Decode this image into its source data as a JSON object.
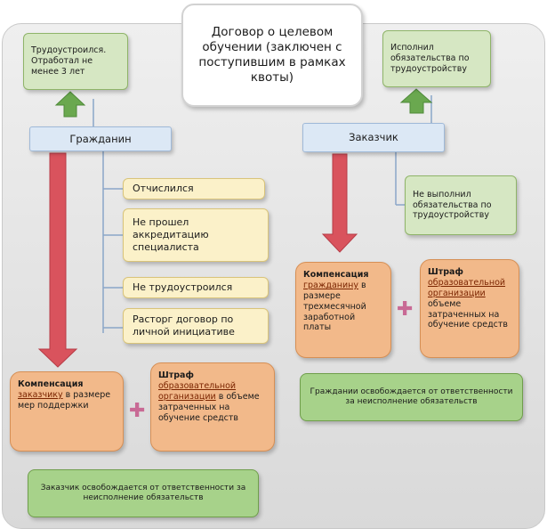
{
  "title": "Договор о целевом обучении (заключен с поступившим в рамках квоты)",
  "citizen": {
    "label": "Гражданин",
    "success": "Трудоустроился. Отработал не менее 3 лет",
    "reasons": [
      "Отчислился",
      "Не прошел аккредитацию специалиста",
      "Не трудоустроился",
      "Расторг договор по личной инициативе"
    ],
    "compensation": {
      "head": "Компенсация",
      "link": "заказчику",
      "rest": " в размере мер поддержки"
    },
    "fine": {
      "head": "Штраф",
      "link": "образовательной организации",
      "rest": " в объеме затраченных на обучение средств"
    },
    "release": "Заказчик освобождается от ответственности за неисполнение обязательств"
  },
  "customer": {
    "label": "Заказчик",
    "success": "Исполнил обязательства по трудоустройству",
    "failure": "Не выполнил обязательства по трудоустройству",
    "compensation": {
      "head": "Компенсация",
      "link": "гражданину",
      "rest": " в размере трехмесячной заработной платы"
    },
    "fine": {
      "head": "Штраф",
      "link": "образовательной организации",
      "rest": " объеме затраченных на обучение средств"
    },
    "release": "Граждании освобождается от ответственности за неисполнение обязательств"
  },
  "colors": {
    "arrow_red": "#d9535d",
    "arrow_green": "#6aa84f",
    "connector_blue": "#8aa6c8",
    "plus_pink": "#c86a95"
  }
}
